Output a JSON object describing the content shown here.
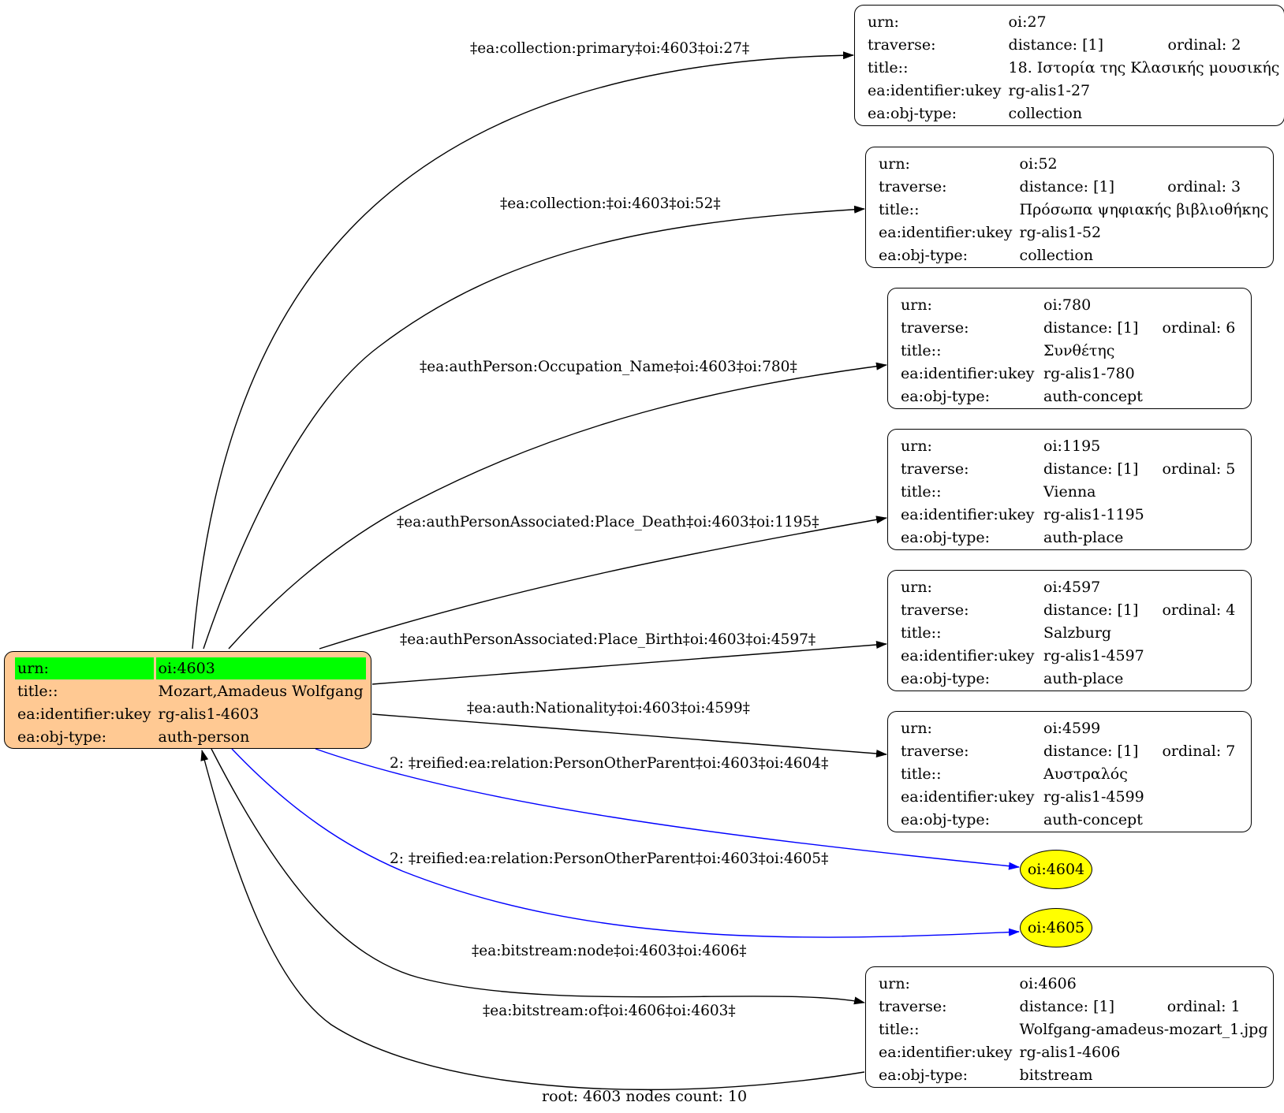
{
  "footer": "root: 4603 nodes count: 10",
  "colors": {
    "root_fill": "#ffc993",
    "root_highlight": "#00ff00",
    "ref_fill": "#ffff00",
    "reified_edge": "#0000ff",
    "edge": "#000000"
  },
  "root": {
    "rows": [
      {
        "key": "urn:",
        "value": "oi:4603"
      },
      {
        "key": "title::",
        "value": "Mozart,Amadeus Wolfgang"
      },
      {
        "key": "ea:identifier:ukey",
        "value": "rg-alis1-4603"
      },
      {
        "key": "ea:obj-type:",
        "value": "auth-person"
      }
    ]
  },
  "nodes": {
    "n27": {
      "urn": "oi:27",
      "traverse": "distance: [1]",
      "ordinal": "ordinal: 2",
      "title": "18. Ιστορία της Κλασικής μουσικής",
      "ukey": "rg-alis1-27",
      "type": "collection"
    },
    "n52": {
      "urn": "oi:52",
      "traverse": "distance: [1]",
      "ordinal": "ordinal: 3",
      "title": "Πρόσωπα ψηφιακής βιβλιοθήκης",
      "ukey": "rg-alis1-52",
      "type": "collection"
    },
    "n780": {
      "urn": "oi:780",
      "traverse": "distance: [1]",
      "ordinal": "ordinal: 6",
      "title": "Συνθέτης",
      "ukey": "rg-alis1-780",
      "type": "auth-concept"
    },
    "n1195": {
      "urn": "oi:1195",
      "traverse": "distance: [1]",
      "ordinal": "ordinal: 5",
      "title": "Vienna",
      "ukey": "rg-alis1-1195",
      "type": "auth-place"
    },
    "n4597": {
      "urn": "oi:4597",
      "traverse": "distance: [1]",
      "ordinal": "ordinal: 4",
      "title": "Salzburg",
      "ukey": "rg-alis1-4597",
      "type": "auth-place"
    },
    "n4599": {
      "urn": "oi:4599",
      "traverse": "distance: [1]",
      "ordinal": "ordinal: 7",
      "title": "Αυστραλός",
      "ukey": "rg-alis1-4599",
      "type": "auth-concept"
    },
    "n4606": {
      "urn": "oi:4606",
      "traverse": "distance: [1]",
      "ordinal": "ordinal: 1",
      "title": "Wolfgang-amadeus-mozart_1.jpg",
      "ukey": "rg-alis1-4606",
      "type": "bitstream"
    }
  },
  "row_keys": {
    "urn": "urn:",
    "traverse": "traverse:",
    "title": "title::",
    "ukey": "ea:identifier:ukey",
    "type": "ea:obj-type:"
  },
  "refs": {
    "r4604": "oi:4604",
    "r4605": "oi:4605"
  },
  "edges": {
    "e27": "‡ea:collection:primary‡oi:4603‡oi:27‡",
    "e52": "‡ea:collection:‡oi:4603‡oi:52‡",
    "e780": "‡ea:authPerson:Occupation_Name‡oi:4603‡oi:780‡",
    "e1195": "‡ea:authPersonAssociated:Place_Death‡oi:4603‡oi:1195‡",
    "e4597": "‡ea:authPersonAssociated:Place_Birth‡oi:4603‡oi:4597‡",
    "e4599": "‡ea:auth:Nationality‡oi:4603‡oi:4599‡",
    "e4604": "2: ‡reified:ea:relation:PersonOtherParent‡oi:4603‡oi:4604‡",
    "e4605": "2: ‡reified:ea:relation:PersonOtherParent‡oi:4603‡oi:4605‡",
    "e4606": "‡ea:bitstream:node‡oi:4603‡oi:4606‡",
    "eback": "‡ea:bitstream:of‡oi:4606‡oi:4603‡"
  }
}
